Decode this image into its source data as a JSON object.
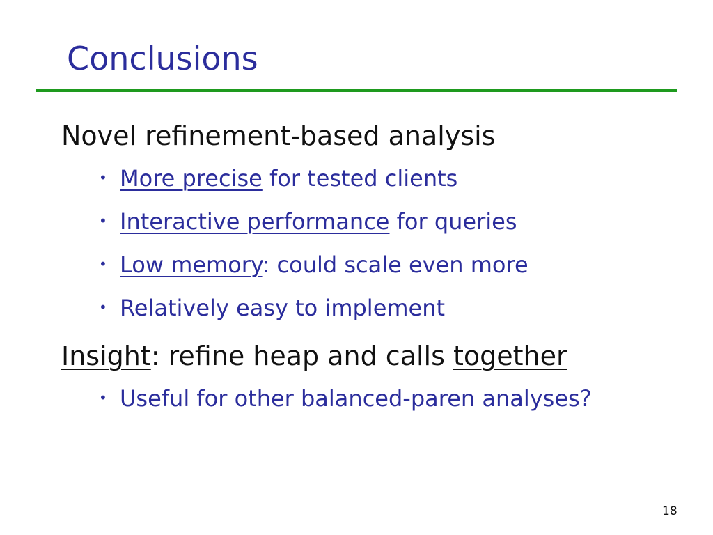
{
  "slide": {
    "title": "Conclusions",
    "page_number": "18",
    "sections": [
      {
        "heading": "Novel refinement-based analysis",
        "bullets": [
          {
            "underlined": "More precise",
            "rest": " for tested clients"
          },
          {
            "underlined": "Interactive performance",
            "rest": " for queries"
          },
          {
            "underlined": "Low memory",
            "rest": ": could scale even more"
          },
          {
            "underlined": "",
            "rest": "Relatively easy to implement"
          }
        ]
      },
      {
        "heading_parts": {
          "u1": "Insight",
          "mid": ": refine heap and calls ",
          "u2": "together"
        },
        "bullets": [
          {
            "underlined": "",
            "rest": "Useful for other balanced-paren analyses?"
          }
        ]
      }
    ],
    "bullet_glyph": "•"
  },
  "colors": {
    "title": "#2b2d9c",
    "rule": "#1e9a1e",
    "level1_text": "#111111",
    "level2_text": "#2b2d9c"
  }
}
